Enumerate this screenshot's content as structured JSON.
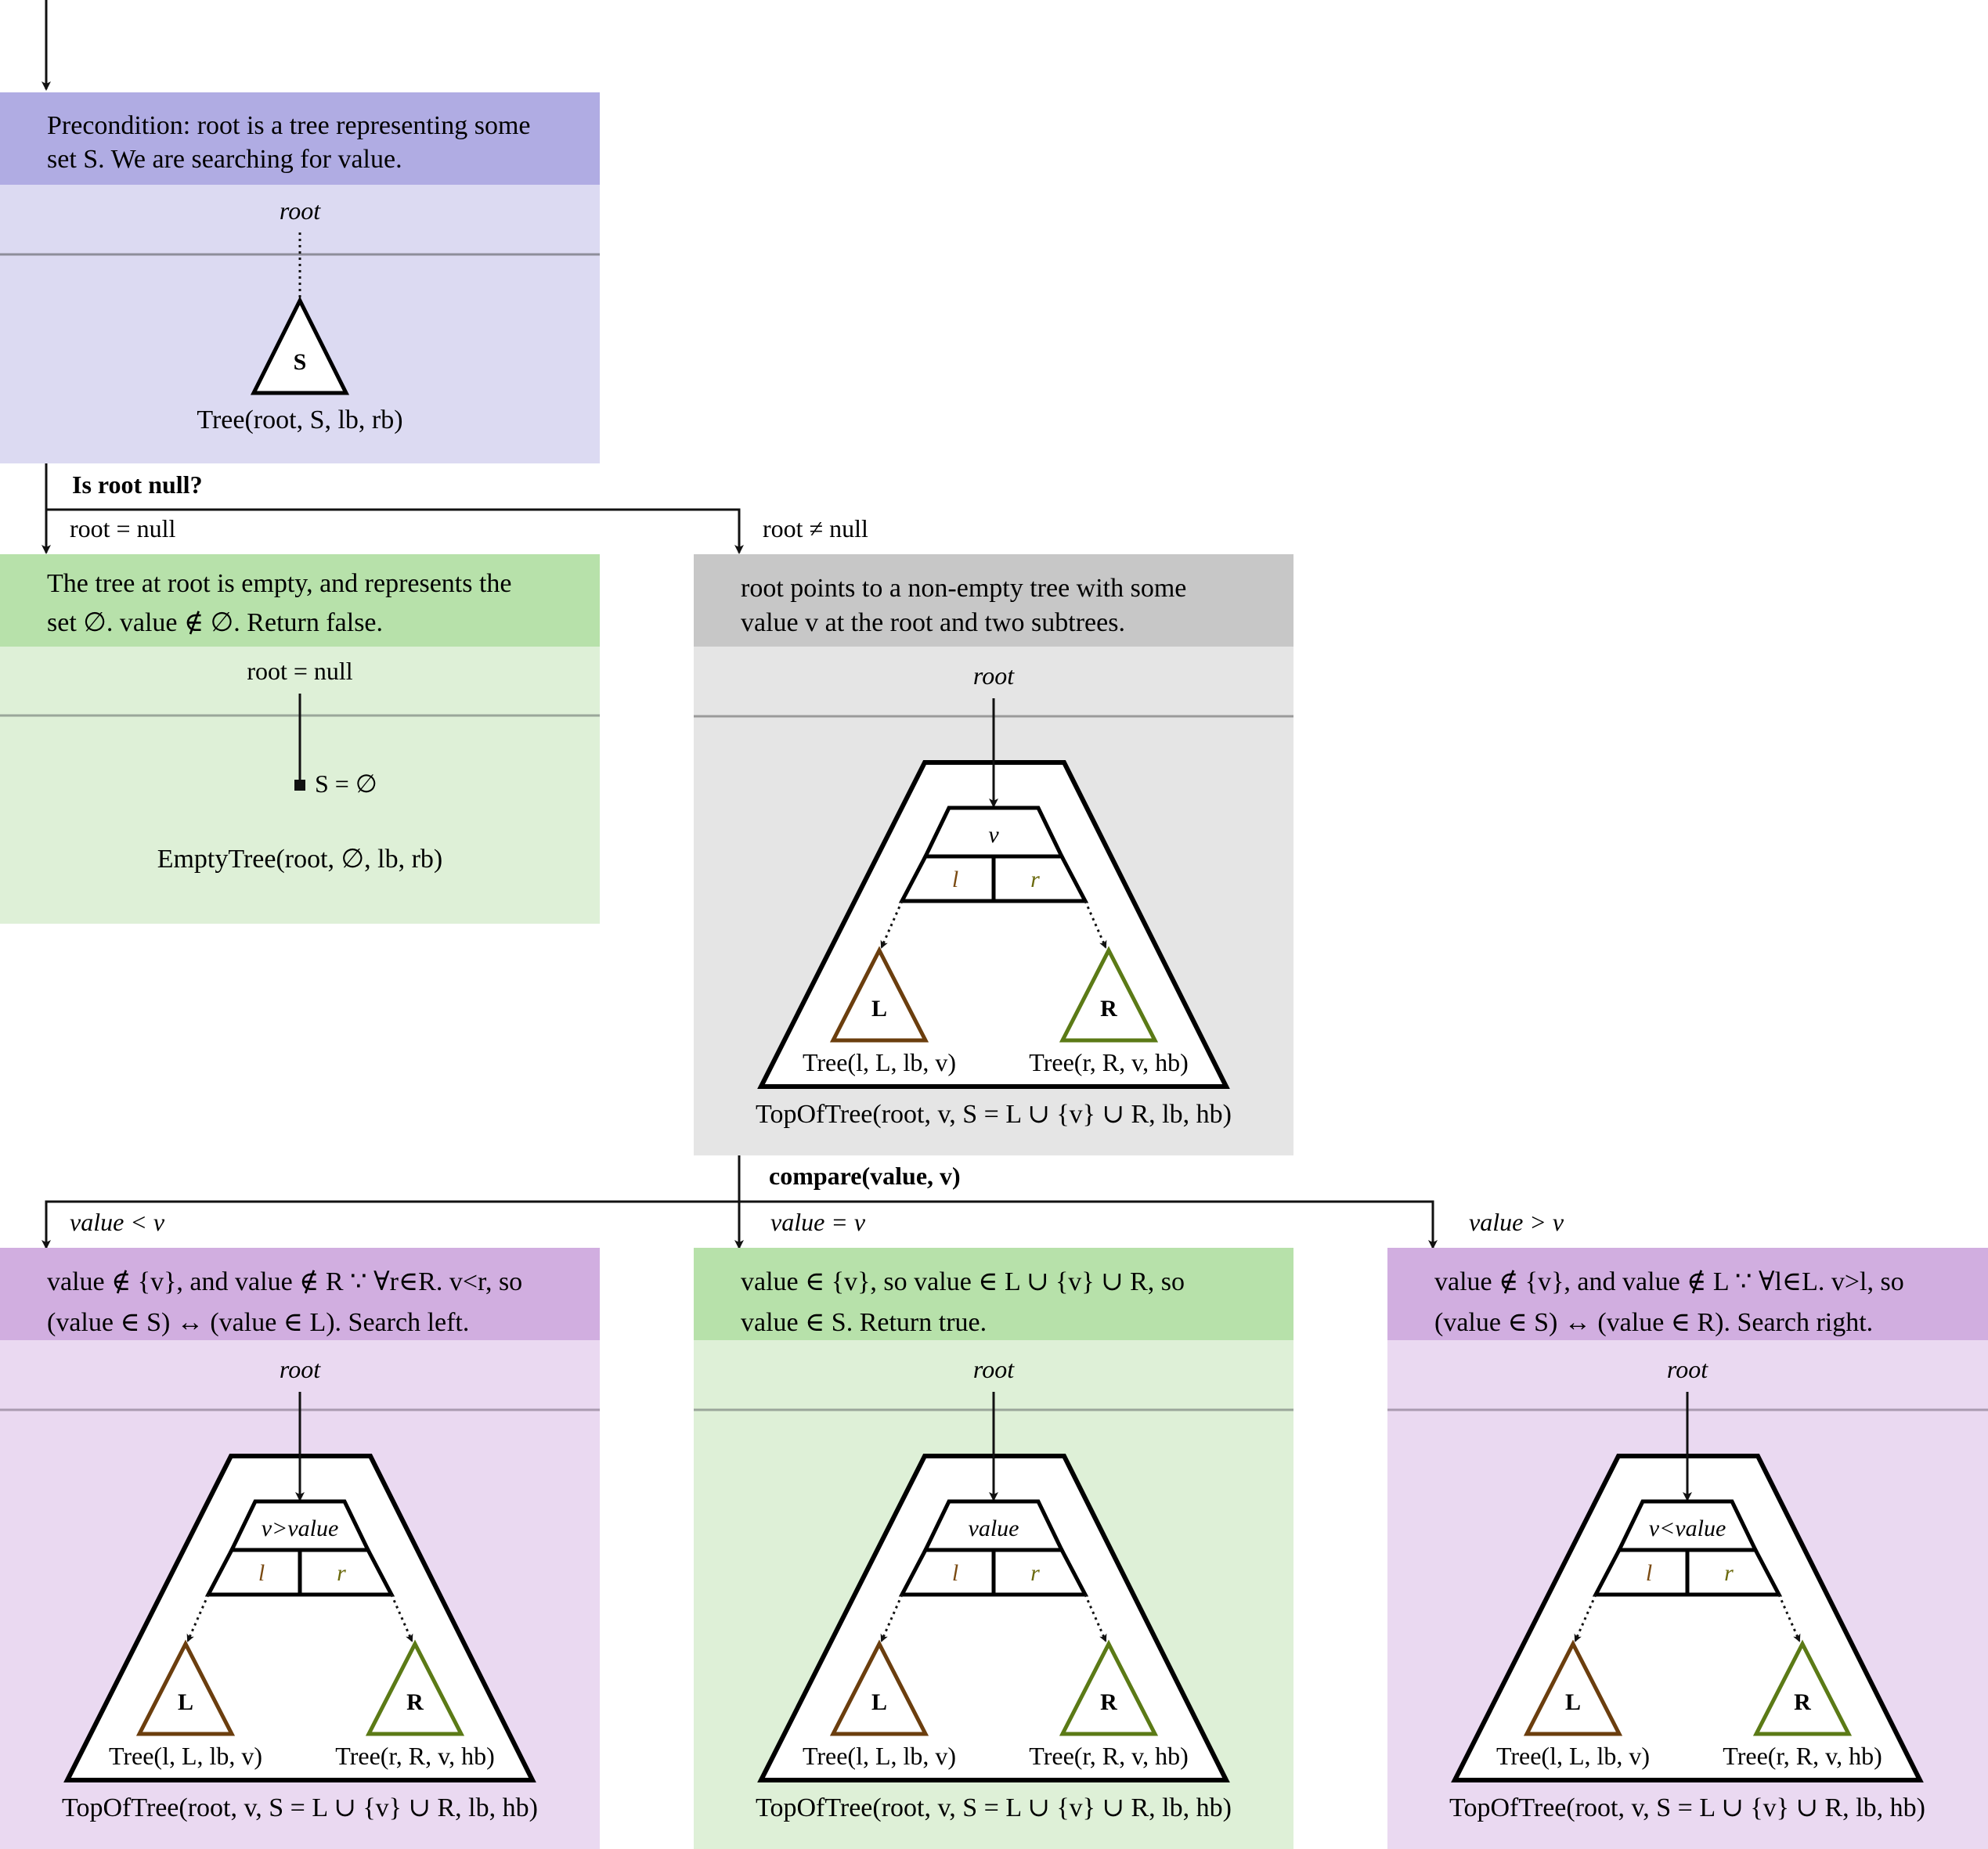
{
  "colors": {
    "precondition_header": "#b0ace3",
    "precondition_body": "#dcdaf2",
    "green_header": "#b7e1aa",
    "green_body": "#def0d7",
    "gray_header": "#c7c7c7",
    "gray_body": "#e5e5e5",
    "purple_header": "#d1aee0",
    "purple_body": "#ead9f1",
    "left_subtree": "#6b3e0e",
    "right_subtree": "#5b7a16",
    "left_field_text": "#7a4a12",
    "right_field_text": "#6b6a0e"
  },
  "precondition": {
    "header_line1": "Precondition: root is a tree representing some",
    "header_line2": "set S. We are searching for value.",
    "root_label": "root",
    "tree_letter": "S",
    "tree_caption": "Tree(root, S, lb, rb)"
  },
  "branch1": {
    "question": "Is root null?",
    "left_label": "root = null",
    "right_label": "root ≠ null"
  },
  "null_case": {
    "header_line1": "The tree at root is empty, and represents the",
    "header_line2": "set ∅.  value ∉ ∅.  Return false.",
    "root_label": "root = null",
    "set_label": "S = ∅",
    "caption": "EmptyTree(root, ∅, lb, rb)"
  },
  "nonnull_case": {
    "header_line1": "root points to a non-empty tree with some",
    "header_line2": "value v at the root and two subtrees.",
    "root_label": "root",
    "node_value": "v",
    "left_field": "l",
    "right_field": "r",
    "left_letter": "L",
    "right_letter": "R",
    "left_caption": "Tree(l, L, lb, v)",
    "right_caption": "Tree(r, R, v, hb)",
    "caption": "TopOfTree(root, v, S = L ∪ {v} ∪ R, lb, hb)"
  },
  "branch2": {
    "question": "compare(value, v)",
    "left_label": "value < v",
    "middle_label": "value = v",
    "right_label": "value > v"
  },
  "less_case": {
    "header_line1": "value ∉ {v}, and value ∉ R ∵ ∀r∈R.  v<r, so",
    "header_line2": "(value ∈ S) ↔ (value ∈ L).  Search left.",
    "root_label": "root",
    "node_value": "v>value",
    "left_field": "l",
    "right_field": "r",
    "left_letter": "L",
    "right_letter": "R",
    "left_caption": "Tree(l, L, lb, v)",
    "right_caption": "Tree(r, R, v, hb)",
    "caption": "TopOfTree(root, v, S = L ∪ {v} ∪ R, lb, hb)"
  },
  "equal_case": {
    "header_line1": "value ∈ {v}, so value ∈ L ∪ {v} ∪ R, so",
    "header_line2": "value ∈ S.  Return true.",
    "root_label": "root",
    "node_value": "value",
    "left_field": "l",
    "right_field": "r",
    "left_letter": "L",
    "right_letter": "R",
    "left_caption": "Tree(l, L, lb, v)",
    "right_caption": "Tree(r, R, v, hb)",
    "caption": "TopOfTree(root, v, S = L ∪ {v} ∪ R, lb, hb)"
  },
  "greater_case": {
    "header_line1": "value ∉ {v}, and value ∉ L ∵ ∀l∈L.  v>l, so",
    "header_line2": "(value ∈ S) ↔ (value ∈ R).  Search right.",
    "root_label": "root",
    "node_value": "v<value",
    "left_field": "l",
    "right_field": "r",
    "left_letter": "L",
    "right_letter": "R",
    "left_caption": "Tree(l, L, lb, v)",
    "right_caption": "Tree(r, R, v, hb)",
    "caption": "TopOfTree(root, v, S = L ∪ {v} ∪ R, lb, hb)"
  }
}
